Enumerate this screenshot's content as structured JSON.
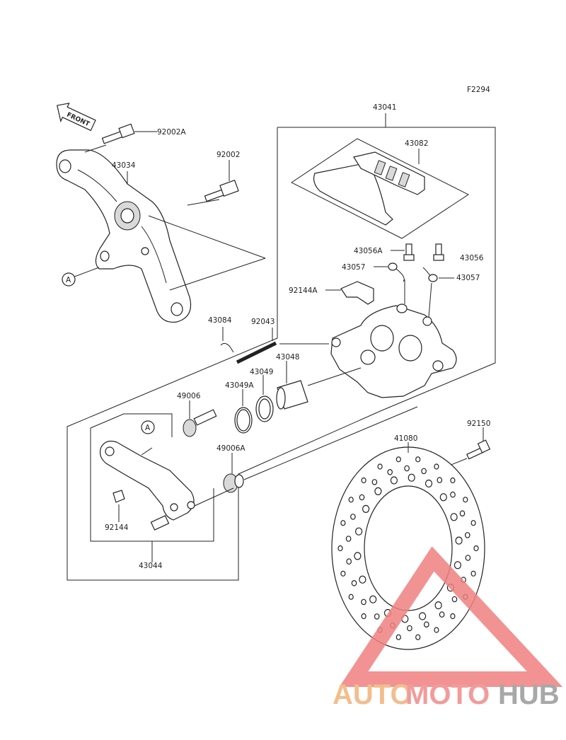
{
  "figure_code": "F2294",
  "front_arrow_text": "FRONT",
  "ref_marker": "A",
  "parts": {
    "p92002A": "92002A",
    "p43034": "43034",
    "p92002": "92002",
    "p43041": "43041",
    "p43082": "43082",
    "p43056A": "43056A",
    "p43056": "43056",
    "p43057a": "43057",
    "p43057b": "43057",
    "p92144A": "92144A",
    "p43084": "43084",
    "p92043": "92043",
    "p43048": "43048",
    "p43049": "43049",
    "p43049A": "43049A",
    "p49006": "49006",
    "p49006A": "49006A",
    "p92144": "92144",
    "p43044": "43044",
    "p92150": "92150",
    "p41080": "41080"
  },
  "watermark": {
    "part1": "AUTO",
    "part2": "MOTO",
    "part3": "HUB",
    "color1": "#f2b27a",
    "color2": "#f08a8a",
    "color3": "#9a9a9a",
    "triangle_color": "#f08080"
  }
}
